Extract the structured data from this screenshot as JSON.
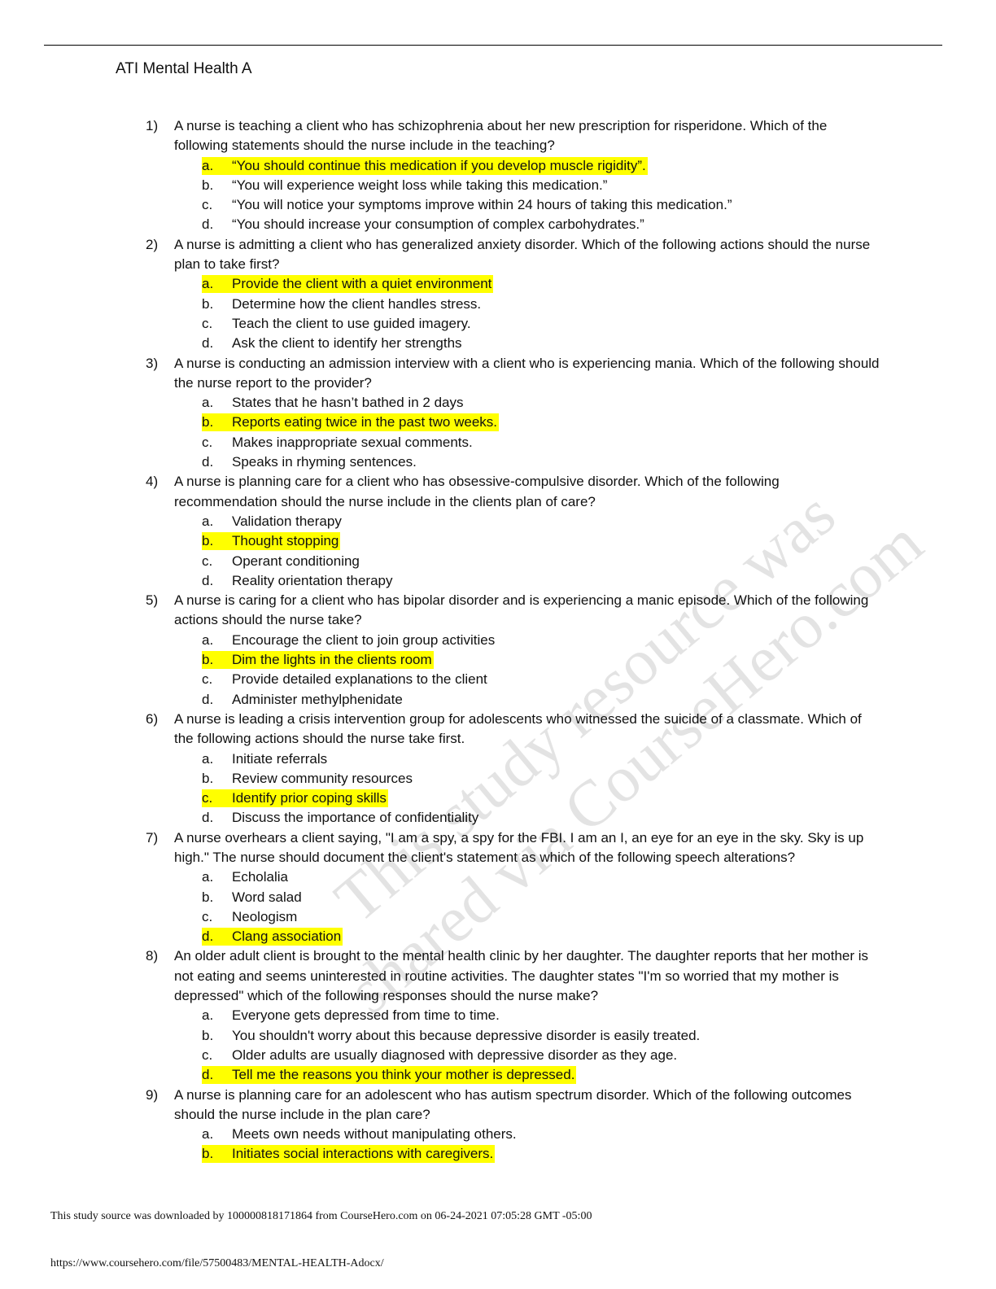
{
  "document": {
    "title": "ATI Mental Health A",
    "highlight_color": "#ffff00"
  },
  "questions": [
    {
      "number": "1)",
      "text": "A nurse is teaching a client who has schizophrenia about her new prescription for risperidone. Which of the following statements should the nurse include in the teaching?",
      "options": [
        {
          "letter": "a.",
          "text": "“You should continue this medication if you develop muscle rigidity”.",
          "highlighted": true
        },
        {
          "letter": "b.",
          "text": "“You will experience weight loss while taking this medication.”",
          "highlighted": false
        },
        {
          "letter": "c.",
          "text": "“You will notice your symptoms improve within 24 hours of taking this medication.”",
          "highlighted": false
        },
        {
          "letter": "d.",
          "text": "“You should increase your consumption of complex carbohydrates.”",
          "highlighted": false
        }
      ]
    },
    {
      "number": "2)",
      "text": "A nurse is admitting a client who has generalized anxiety disorder. Which of the following actions should the nurse plan to take first?",
      "options": [
        {
          "letter": "a.",
          "text": "Provide the client with a quiet environment",
          "highlighted": true
        },
        {
          "letter": "b.",
          "text": "Determine how the client handles stress.",
          "highlighted": false
        },
        {
          "letter": "c.",
          "text": "Teach the client to use guided imagery.",
          "highlighted": false
        },
        {
          "letter": "d.",
          "text": "Ask the client to identify her strengths",
          "highlighted": false
        }
      ]
    },
    {
      "number": "3)",
      "text": "A nurse is conducting an admission interview with a client who is experiencing mania. Which of the following should the nurse report to the provider?",
      "options": [
        {
          "letter": "a.",
          "text": "States that he hasn’t bathed in 2 days",
          "highlighted": false
        },
        {
          "letter": "b.",
          "text": "Reports eating twice in the past two weeks.",
          "highlighted": true
        },
        {
          "letter": "c.",
          "text": "Makes inappropriate sexual comments.",
          "highlighted": false
        },
        {
          "letter": "d.",
          "text": "Speaks in rhyming sentences.",
          "highlighted": false
        }
      ]
    },
    {
      "number": "4)",
      "text": "A nurse is planning care for a client who has obsessive-compulsive disorder. Which of the following recommendation should the nurse include in the clients plan of care?",
      "options": [
        {
          "letter": "a.",
          "text": "Validation therapy",
          "highlighted": false
        },
        {
          "letter": "b.",
          "text": "Thought stopping",
          "highlighted": true
        },
        {
          "letter": "c.",
          "text": "Operant conditioning",
          "highlighted": false
        },
        {
          "letter": "d.",
          "text": "Reality orientation therapy",
          "highlighted": false
        }
      ]
    },
    {
      "number": "5)",
      "text": "A nurse is caring for a client who has bipolar disorder and is experiencing a manic episode. Which of the following actions should the nurse take?",
      "options": [
        {
          "letter": "a.",
          "text": "Encourage the client to join group activities",
          "highlighted": false
        },
        {
          "letter": "b.",
          "text": "Dim the lights in the clients room",
          "highlighted": true
        },
        {
          "letter": "c.",
          "text": "Provide detailed explanations to the client",
          "highlighted": false
        },
        {
          "letter": "d.",
          "text": "Administer methylphenidate",
          "highlighted": false
        }
      ]
    },
    {
      "number": "6)",
      "text": "A nurse is leading a crisis intervention group for adolescents who witnessed the suicide of a classmate. Which of the following actions should the nurse take first.",
      "options": [
        {
          "letter": "a.",
          "text": "Initiate referrals",
          "highlighted": false
        },
        {
          "letter": "b.",
          "text": "Review community resources",
          "highlighted": false
        },
        {
          "letter": "c.",
          "text": "Identify prior coping skills",
          "highlighted": true
        },
        {
          "letter": "d.",
          "text": "Discuss the importance of confidentiality",
          "highlighted": false
        }
      ]
    },
    {
      "number": "7)",
      "text": "A nurse overhears a client saying, \"I am a spy, a spy for the FBI. I am an I, an eye for an eye in the sky. Sky is up high.\" The nurse should document the client's statement as which of the following speech alterations?",
      "options": [
        {
          "letter": "a.",
          "text": "Echolalia",
          "highlighted": false
        },
        {
          "letter": "b.",
          "text": "Word salad",
          "highlighted": false
        },
        {
          "letter": "c.",
          "text": "Neologism",
          "highlighted": false
        },
        {
          "letter": "d.",
          "text": "Clang association",
          "highlighted": true
        }
      ]
    },
    {
      "number": "8)",
      "text": "An older adult client is brought to the mental health clinic by her daughter. The daughter reports that her mother is not eating and seems uninterested in routine activities. The daughter states \"I'm so worried that my mother is depressed\" which of the following responses should the nurse make?",
      "options": [
        {
          "letter": "a.",
          "text": "Everyone gets depressed from time to time.",
          "highlighted": false
        },
        {
          "letter": "b.",
          "text": "You shouldn't worry about this because depressive disorder is easily treated.",
          "highlighted": false
        },
        {
          "letter": "c.",
          "text": "Older adults are usually diagnosed with depressive disorder as they age.",
          "highlighted": false
        },
        {
          "letter": "d.",
          "text": "Tell me the reasons you think your mother is depressed.",
          "highlighted": true
        }
      ]
    },
    {
      "number": "9)",
      "text": "A nurse is planning care for an adolescent who has autism spectrum disorder. Which of the following outcomes should the nurse include in the plan care?",
      "options": [
        {
          "letter": "a.",
          "text": "Meets own needs without manipulating others.",
          "highlighted": false
        },
        {
          "letter": "b.",
          "text": "Initiates social interactions with caregivers.",
          "highlighted": true
        }
      ]
    }
  ],
  "watermark": {
    "line1": "This study resource was",
    "line2": "shared via CourseHero.com"
  },
  "footer": {
    "source_note": "This study source was downloaded by 100000818171864 from CourseHero.com on 06-24-2021 07:05:28 GMT -05:00",
    "url": "https://www.coursehero.com/file/57500483/MENTAL-HEALTH-Adocx/"
  }
}
